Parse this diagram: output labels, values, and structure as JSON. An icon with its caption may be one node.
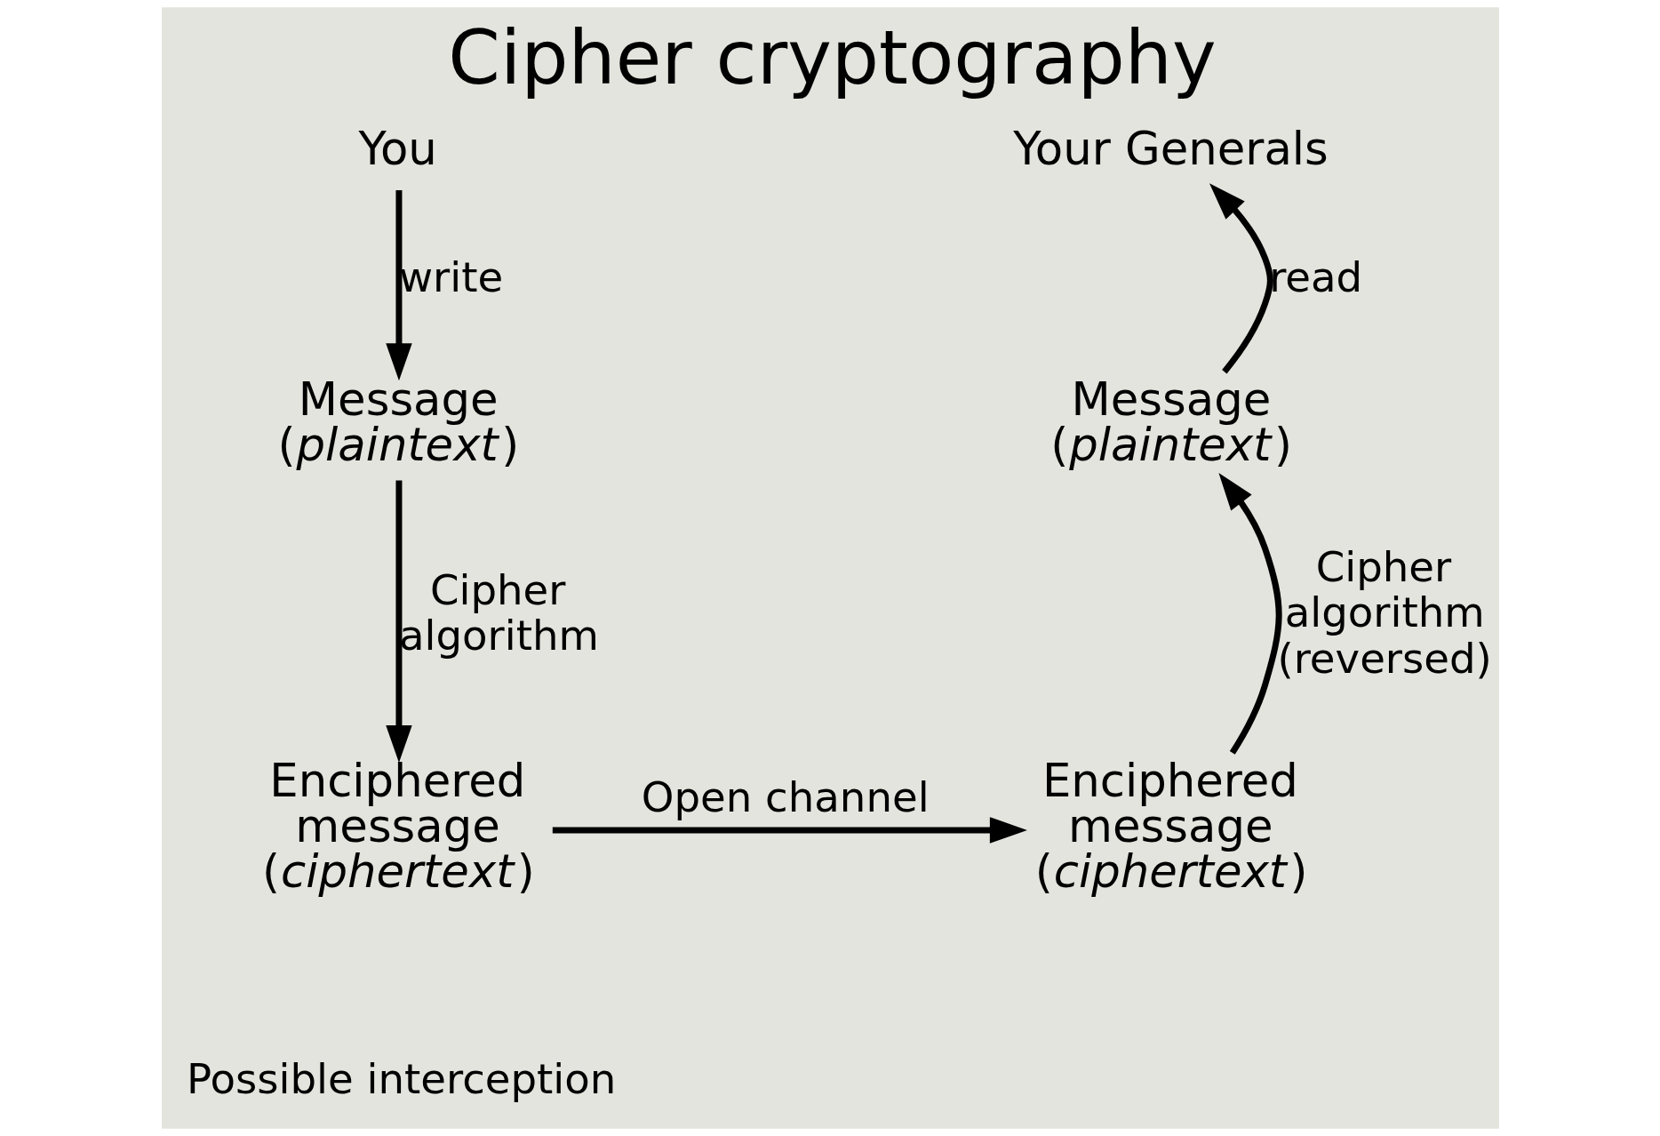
{
  "diagram": {
    "title": "Cipher cryptography",
    "nodes": [
      {
        "text": [
          "You"
        ]
      },
      {
        "text": [
          "Message (*plaintext*)"
        ]
      },
      {
        "text": [
          "Enciphered message (*ciphertext*)"
        ]
      },
      {
        "text": [
          "Enciphered message (*ciphertext*)"
        ]
      },
      {
        "text": [
          "Message (*plaintext*)"
        ]
      },
      {
        "text": [
          "Your Generals"
        ]
      }
    ],
    "edges": [
      {
        "from": 0,
        "to": 1,
        "arrow": "to",
        "label": "write"
      },
      {
        "from": 1,
        "to": 2,
        "arrow": "to",
        "label": "Cipher algorithm"
      },
      {
        "from": 2,
        "to": 3,
        "arrow": "to",
        "label": "Open channel"
      },
      {
        "from": 3,
        "to": 4,
        "arrow": "to",
        "label": "Cipher algorithm (reversed)"
      },
      {
        "from": 4,
        "to": 5,
        "arrow": "to",
        "label": "read"
      }
    ],
    "labels": [
      "Possible interception"
    ]
  }
}
